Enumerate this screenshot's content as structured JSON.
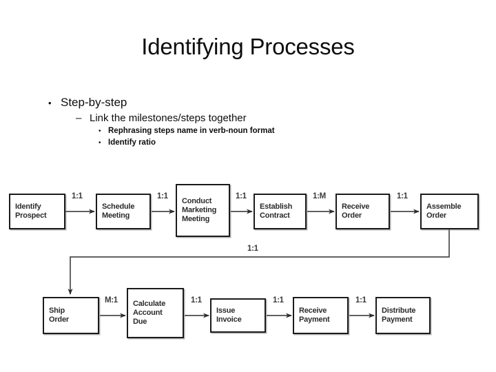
{
  "slide": {
    "title": "Identifying Processes"
  },
  "bullets": [
    {
      "level": 1,
      "marker": "•",
      "text": "Step-by-step"
    },
    {
      "level": 2,
      "marker": "–",
      "text": "Link the milestones/steps together"
    },
    {
      "level": 3,
      "marker": "•",
      "text": "Rephrasing steps name in verb-noun format"
    },
    {
      "level": 3,
      "marker": "•",
      "text": "Identify ratio"
    }
  ],
  "chart_data": {
    "type": "diagram",
    "diagram_kind": "process-flowchart",
    "title": "Identifying Processes",
    "nodes": [
      {
        "id": "identify-prospect",
        "lines": [
          "Identify",
          "Prospect"
        ],
        "row": 1,
        "order": 1
      },
      {
        "id": "schedule-meeting",
        "lines": [
          "Schedule",
          "Meeting"
        ],
        "row": 1,
        "order": 2
      },
      {
        "id": "conduct-marketing-meeting",
        "lines": [
          "Conduct",
          "Marketing",
          "Meeting"
        ],
        "row": 1,
        "order": 3
      },
      {
        "id": "establish-contract",
        "lines": [
          "Establish",
          "Contract"
        ],
        "row": 1,
        "order": 4
      },
      {
        "id": "receive-order",
        "lines": [
          "Receive",
          "Order"
        ],
        "row": 1,
        "order": 5
      },
      {
        "id": "assemble-order",
        "lines": [
          "Assemble",
          "Order"
        ],
        "row": 1,
        "order": 6
      },
      {
        "id": "ship-order",
        "lines": [
          "Ship",
          "Order"
        ],
        "row": 2,
        "order": 1
      },
      {
        "id": "calculate-account-due",
        "lines": [
          "Calculate",
          "Account",
          "Due"
        ],
        "row": 2,
        "order": 2
      },
      {
        "id": "issue-invoice",
        "lines": [
          "Issue",
          "Invoice"
        ],
        "row": 2,
        "order": 3
      },
      {
        "id": "receive-payment",
        "lines": [
          "Receive",
          "Payment"
        ],
        "row": 2,
        "order": 4
      },
      {
        "id": "distribute-payment",
        "lines": [
          "Distribute",
          "Payment"
        ],
        "row": 2,
        "order": 5
      }
    ],
    "edges": [
      {
        "from": "identify-prospect",
        "to": "schedule-meeting",
        "label": "1:1"
      },
      {
        "from": "schedule-meeting",
        "to": "conduct-marketing-meeting",
        "label": "1:1"
      },
      {
        "from": "conduct-marketing-meeting",
        "to": "establish-contract",
        "label": "1:1"
      },
      {
        "from": "establish-contract",
        "to": "receive-order",
        "label": "1:M"
      },
      {
        "from": "receive-order",
        "to": "assemble-order",
        "label": "1:1"
      },
      {
        "from": "assemble-order",
        "to": "ship-order",
        "label": "1:1"
      },
      {
        "from": "ship-order",
        "to": "calculate-account-due",
        "label": "M:1"
      },
      {
        "from": "calculate-account-due",
        "to": "issue-invoice",
        "label": "1:1"
      },
      {
        "from": "issue-invoice",
        "to": "receive-payment",
        "label": "1:1"
      },
      {
        "from": "receive-payment",
        "to": "distribute-payment",
        "label": "1:1"
      }
    ],
    "edge_labels_row1": [
      "1:1",
      "1:1",
      "1:1",
      "1:M",
      "1:1"
    ],
    "edge_label_wrap": "1:1",
    "edge_labels_row2": [
      "M:1",
      "1:1",
      "1:1",
      "1:1"
    ]
  },
  "nodes": {
    "n1": {
      "l1": "Identify",
      "l2": "Prospect"
    },
    "n2": {
      "l1": "Schedule",
      "l2": "Meeting"
    },
    "n3": {
      "l1": "Conduct",
      "l2": "Marketing",
      "l3": "Meeting"
    },
    "n4": {
      "l1": "Establish",
      "l2": "Contract"
    },
    "n5": {
      "l1": "Receive",
      "l2": "Order"
    },
    "n6": {
      "l1": "Assemble",
      "l2": "Order"
    },
    "n7": {
      "l1": "Ship",
      "l2": "Order"
    },
    "n8": {
      "l1": "Calculate",
      "l2": "Account",
      "l3": "Due"
    },
    "n9": {
      "l1": "Issue",
      "l2": "Invoice"
    },
    "n10": {
      "l1": "Receive",
      "l2": "Payment"
    },
    "n11": {
      "l1": "Distribute",
      "l2": "Payment"
    }
  },
  "labels": {
    "e1": "1:1",
    "e2": "1:1",
    "e3": "1:1",
    "e4": "1:M",
    "e5": "1:1",
    "e6": "1:1",
    "e7": "M:1",
    "e8": "1:1",
    "e9": "1:1",
    "e10": "1:1"
  },
  "colors": {
    "background": "#ffffff",
    "text": "#0d0d0d",
    "node_border": "#1a1a1a",
    "node_text": "#2b2b2b",
    "connector": "#3a3a3a"
  }
}
